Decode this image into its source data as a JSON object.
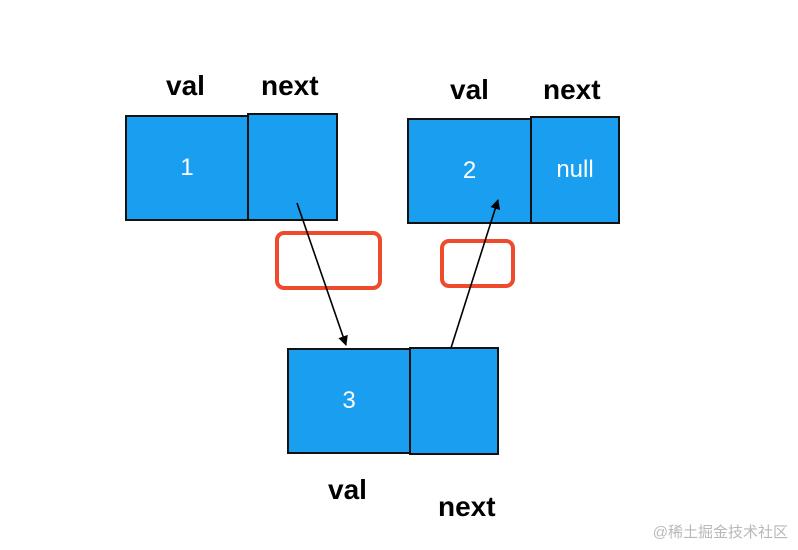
{
  "colors": {
    "node_fill": "#1a9ff0",
    "node_border": "#111111",
    "highlight": "#ee4a2c",
    "arrow": "#000000"
  },
  "node1": {
    "val_label": "val",
    "next_label": "next",
    "value": "1",
    "next_value": ""
  },
  "node2": {
    "val_label": "val",
    "next_label": "next",
    "value": "2",
    "next_value": "null"
  },
  "node3": {
    "val_label": "val",
    "next_label": "next",
    "value": "3",
    "next_value": ""
  },
  "watermark": "@稀土掘金技术社区"
}
